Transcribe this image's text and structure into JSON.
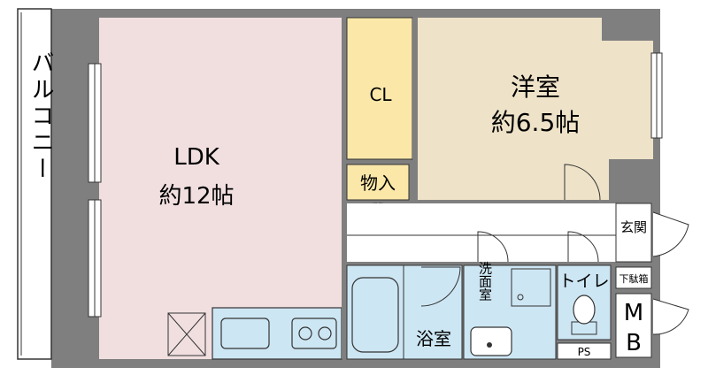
{
  "colors": {
    "wall": "#7f7f7f",
    "ldk": "#f1dfe0",
    "bedroom": "#eee2c8",
    "closet": "#fbe8a9",
    "storage": "#fbe8a9",
    "wet_area": "#cde6f3",
    "floor_plain": "#ffffff",
    "line": "#333333"
  },
  "rooms": {
    "balcony": {
      "label": "バルコニー"
    },
    "ldk": {
      "name": "LDK",
      "size": "約12帖"
    },
    "bedroom": {
      "name": "洋室",
      "size": "約6.5帖"
    },
    "closet": {
      "label": "CL"
    },
    "storage": {
      "label": "物入"
    },
    "bathroom": {
      "label": "浴室"
    },
    "washroom": {
      "label": "洗面室"
    },
    "toilet": {
      "label": "トイレ"
    },
    "entrance": {
      "label": "玄関"
    },
    "shoe_box": {
      "label": "下駄箱"
    },
    "meter_box": {
      "label_top": "M",
      "label_bottom": "B"
    },
    "pipe_space": {
      "label": "PS"
    }
  }
}
